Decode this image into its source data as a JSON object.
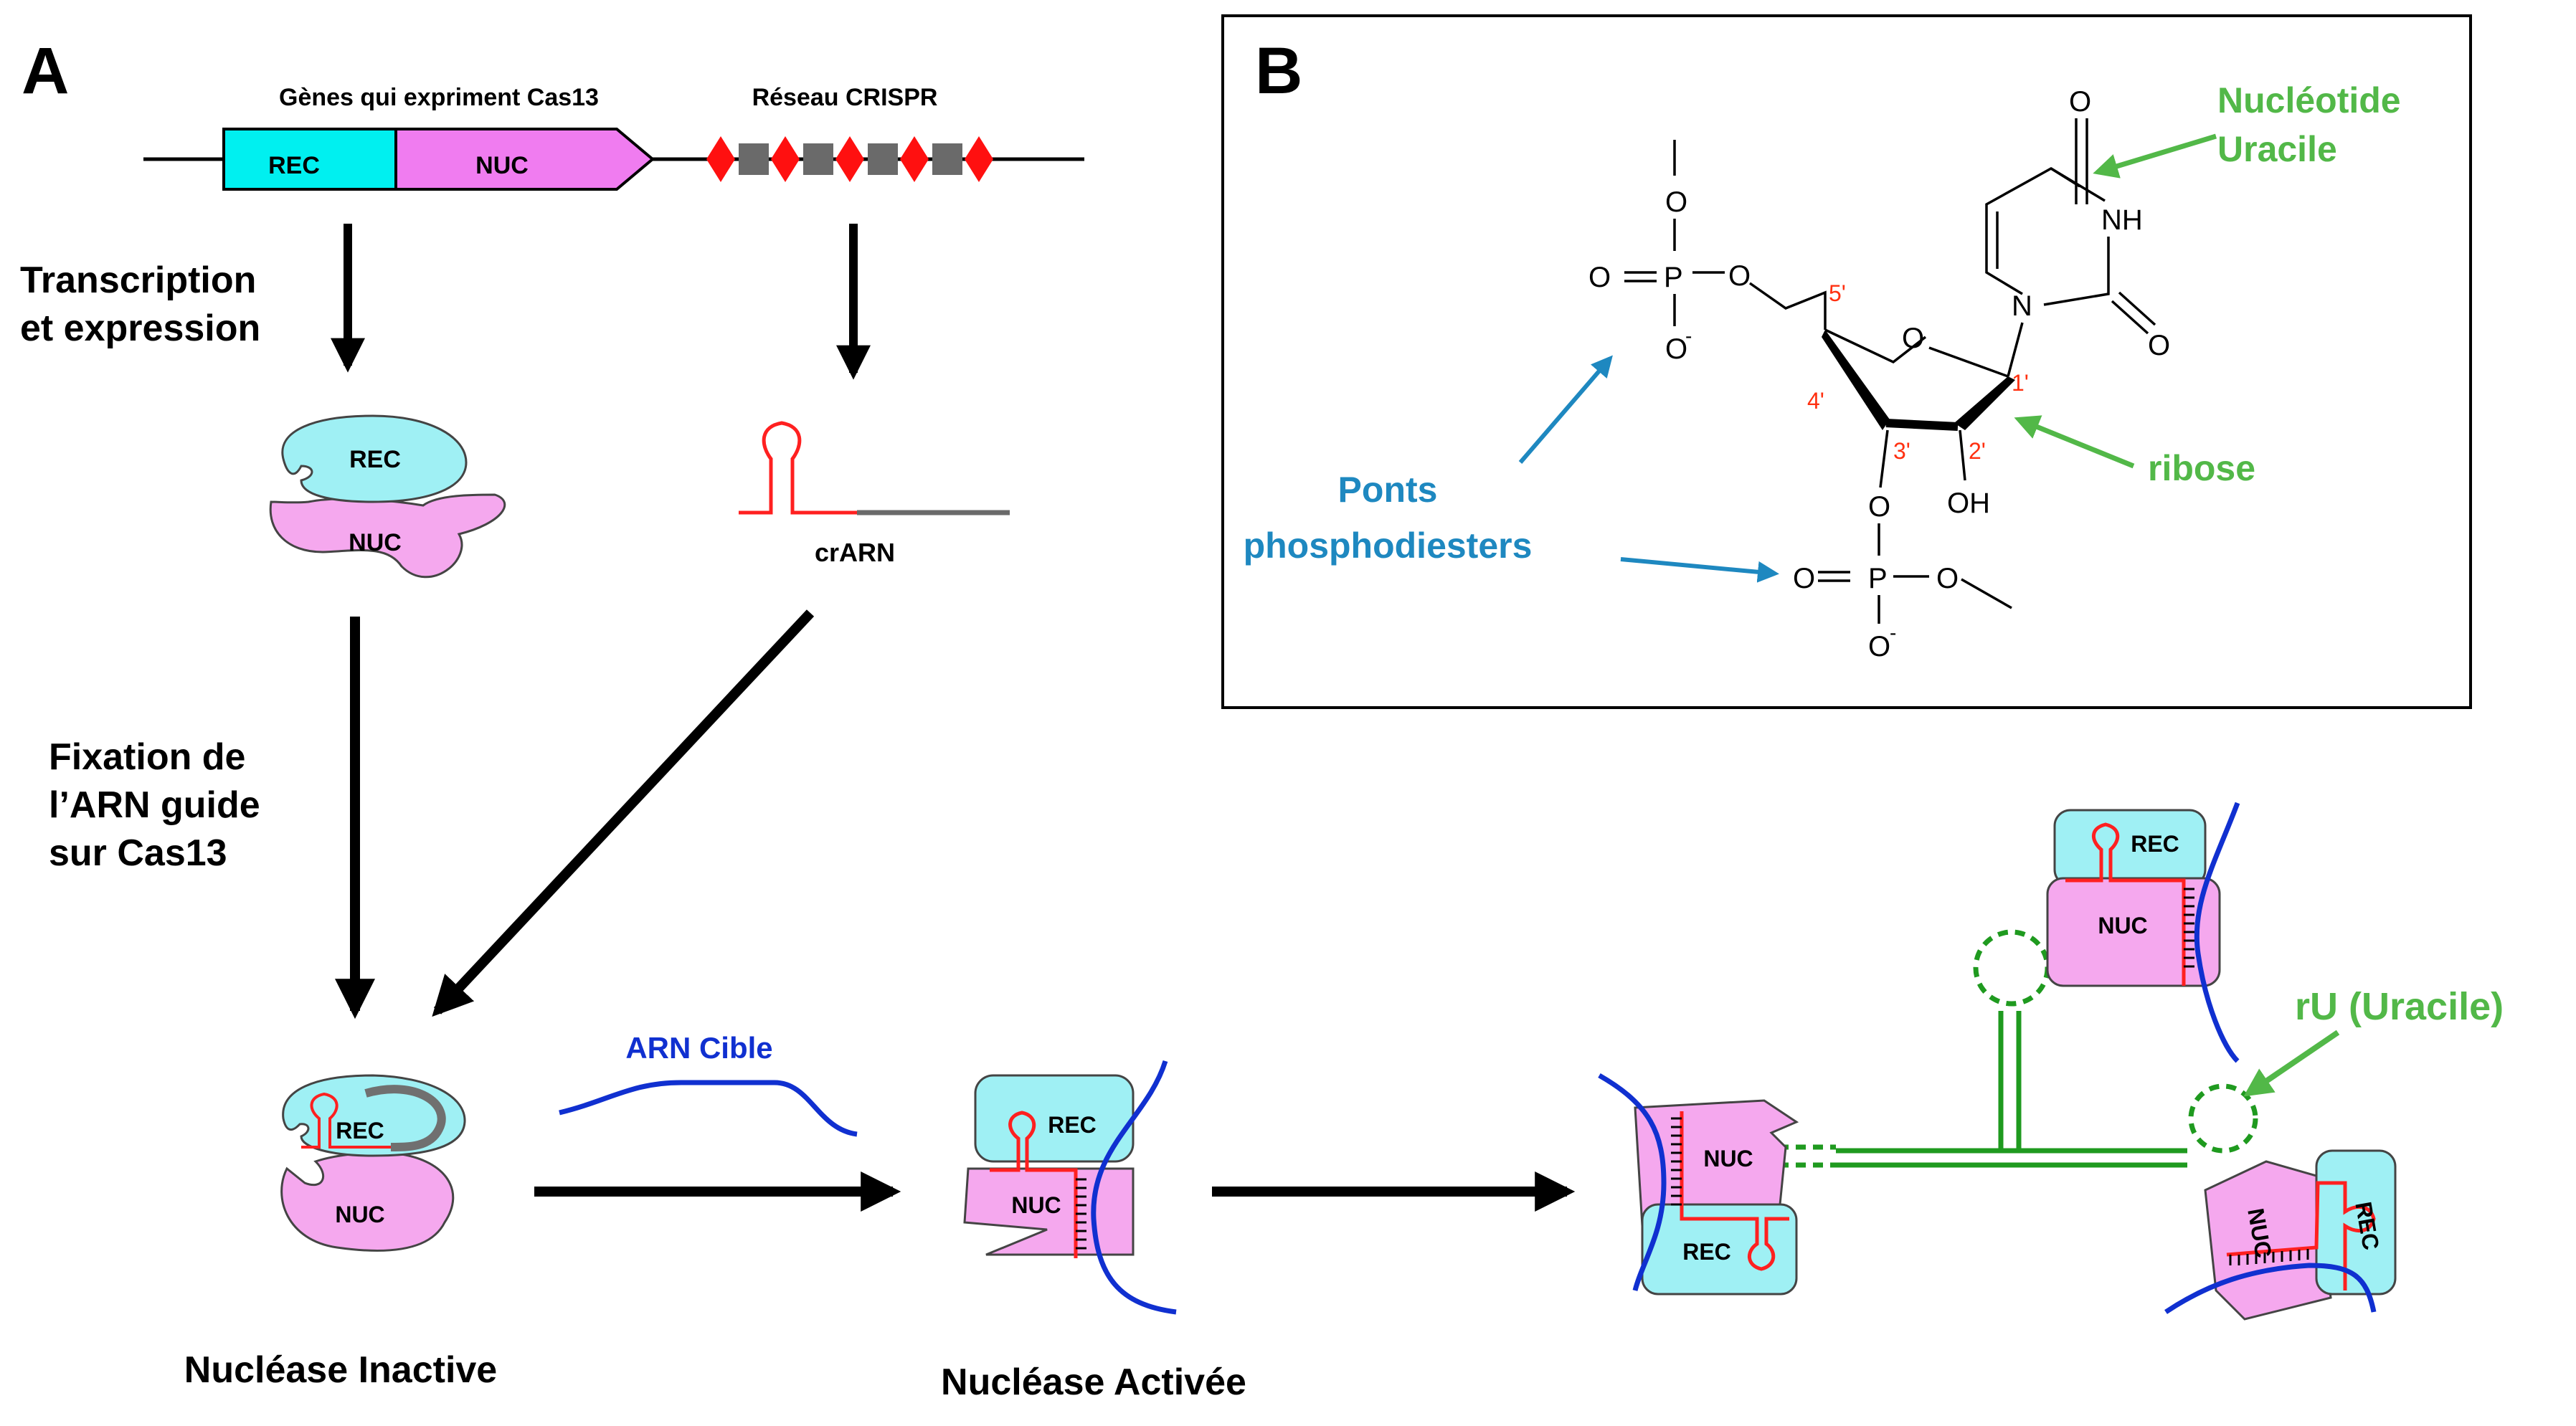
{
  "panel_a": {
    "letter": "A",
    "gene_header": "Gènes qui expriment Cas13",
    "crispr_header": "Réseau CRISPR",
    "gene_rec": "REC",
    "gene_nuc": "NUC",
    "step1": [
      "Transcription",
      "et expression"
    ],
    "protein_rec": "REC",
    "protein_nuc": "NUC",
    "crarn": "crARN",
    "step2": [
      "Fixation de",
      "l’ARN guide",
      "sur Cas13"
    ],
    "inactive_rec": "REC",
    "inactive_nuc": "NUC",
    "inactive_label": "Nucléase Inactive",
    "target_label": "ARN Cible",
    "activated_rec": "REC",
    "activated_nuc": "NUC",
    "activated_label": "Nucléase Activée",
    "copies": [
      {
        "rec": "REC",
        "nuc": "NUC"
      },
      {
        "rec": "REC",
        "nuc": "NUC"
      },
      {
        "rec": "REC",
        "nuc": "NUC"
      }
    ],
    "ru_label": "rU (Uracile)"
  },
  "panel_b": {
    "letter": "B",
    "atoms": {
      "o_top": "O",
      "o_left": "O",
      "p_top": "P",
      "o_minus_top": "O",
      "minus": "-",
      "o_link5": "O",
      "o_ring": "O",
      "n1": "N",
      "nh": "NH",
      "o_uracil_top": "O",
      "o_uracil_right": "O",
      "o3": "O",
      "oh": "OH",
      "o_bottom_left": "O",
      "p_bottom": "P",
      "o_bottom_right": "O",
      "o_minus_bottom": "O"
    },
    "positions": [
      "5'",
      "4'",
      "3'",
      "2'",
      "1'"
    ],
    "nucleotide_label": [
      "Nucléotide",
      "Uracile"
    ],
    "ribose_label": "ribose",
    "ponts_label": [
      "Ponts",
      "phosphodiesters"
    ]
  },
  "colors": {
    "rec_cyan": "#9ff0f4",
    "nuc_pink": "#f5a8ee",
    "gene_cyan": "#00f0f0",
    "gene_pink": "#f07cf0",
    "crispr_red": "#ff1010",
    "crispr_gray": "#6a6a6a",
    "guide_red": "#ff2020",
    "target_blue": "#1030d0",
    "label_green": "#52b848",
    "cleave_green": "#1f9a1f",
    "label_blue": "#1e88c0",
    "position_red": "#ff3010"
  }
}
